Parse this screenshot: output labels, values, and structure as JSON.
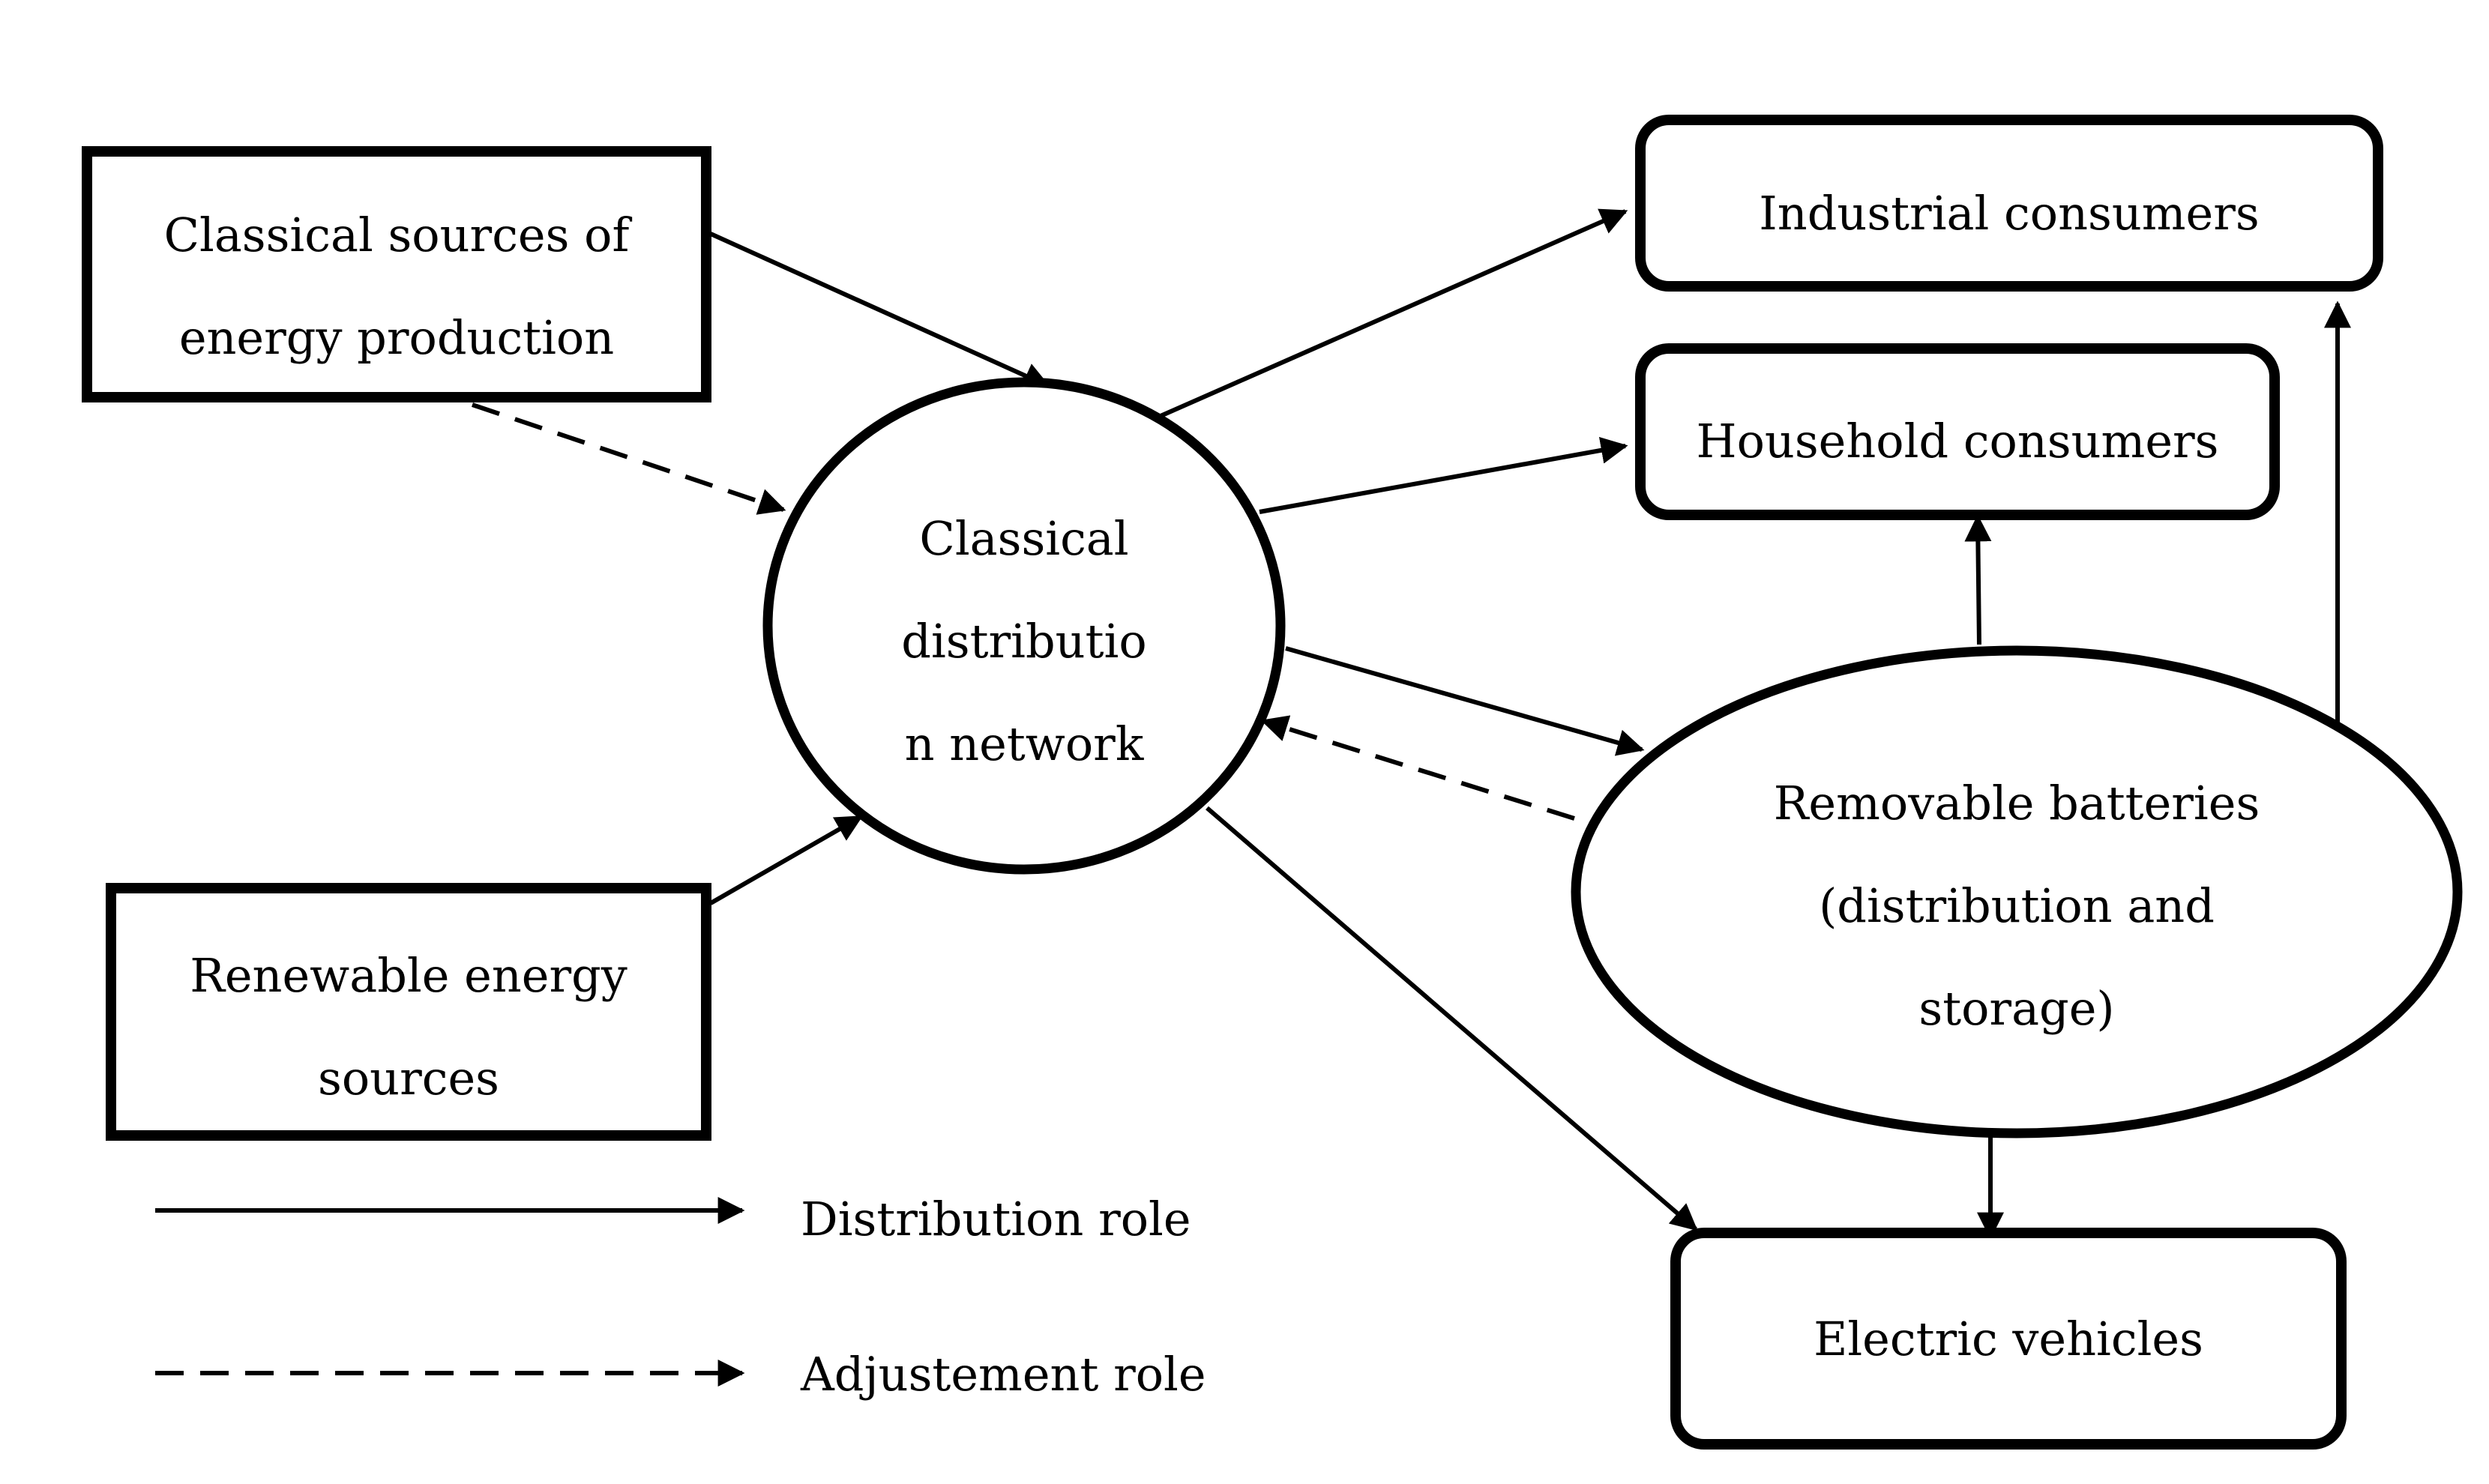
{
  "nodes": {
    "classical_sources": {
      "lines": [
        "Classical sources of",
        "energy production"
      ]
    },
    "renewable_sources": {
      "lines": [
        "Renewable energy",
        "sources"
      ]
    },
    "distribution_network": {
      "lines": [
        "Classical",
        "distributio",
        "n network"
      ]
    },
    "industrial_consumers": {
      "lines": [
        "Industrial consumers"
      ]
    },
    "household_consumers": {
      "lines": [
        "Household consumers"
      ]
    },
    "removable_batteries": {
      "lines": [
        "Removable batteries",
        "(distribution and",
        "storage)"
      ]
    },
    "electric_vehicles": {
      "lines": [
        "Electric vehicles"
      ]
    }
  },
  "edges": [
    {
      "from": "classical_sources",
      "to": "distribution_network",
      "role": "distribution"
    },
    {
      "from": "classical_sources",
      "to": "distribution_network",
      "role": "adjustement"
    },
    {
      "from": "renewable_sources",
      "to": "distribution_network",
      "role": "distribution"
    },
    {
      "from": "distribution_network",
      "to": "industrial_consumers",
      "role": "distribution"
    },
    {
      "from": "distribution_network",
      "to": "household_consumers",
      "role": "distribution"
    },
    {
      "from": "distribution_network",
      "to": "removable_batteries",
      "role": "distribution"
    },
    {
      "from": "removable_batteries",
      "to": "distribution_network",
      "role": "adjustement"
    },
    {
      "from": "distribution_network",
      "to": "electric_vehicles",
      "role": "distribution"
    },
    {
      "from": "removable_batteries",
      "to": "household_consumers",
      "role": "distribution"
    },
    {
      "from": "removable_batteries",
      "to": "industrial_consumers",
      "role": "distribution"
    },
    {
      "from": "removable_batteries",
      "to": "electric_vehicles",
      "role": "distribution"
    }
  ],
  "legend": {
    "distribution": "Distribution role",
    "adjustement": "Adjustement role"
  }
}
